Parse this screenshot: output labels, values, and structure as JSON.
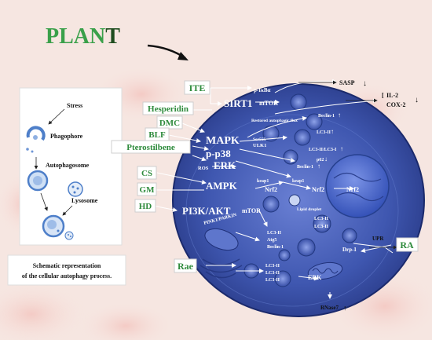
{
  "title": {
    "part1": "PLAN",
    "part2": "T"
  },
  "inset": {
    "stress": "Stress",
    "phagophore": "Phagophore",
    "autophagosome": "Autophagosome",
    "lysosome": "Lysosome"
  },
  "caption": {
    "line1": "Schematic representation",
    "line2": "of the cellular autophagy process."
  },
  "compounds": {
    "ite": "ITE",
    "hesperidin": "Hesperidin",
    "dmc": "DMC",
    "blf": "BLF",
    "pterostilbene": "Pterostilbene",
    "cs": "CS",
    "gm": "GM",
    "hd": "HD",
    "rae": "Rae",
    "ra": "RA"
  },
  "pathways": {
    "sirt1": "SIRT1",
    "mapk": "MAPK",
    "pp38": "p-p38",
    "erk_big": "ERK",
    "ampk": "AMPK",
    "pi3k": "PI3K/AKT"
  },
  "labels": {
    "pikba": "p-IκBα",
    "mtor1": "mTOR",
    "sasp": "SASP",
    "il2": "IL-2",
    "cox2": "COX-2",
    "flux": "Restored autophagic flux",
    "beclin1_top": "Beclin-1",
    "lc3ii_1": "LC3-II",
    "ser555": "Ser555",
    "ulk1": "ULK1",
    "ratio": "LC3-II/LC3-I",
    "p62_1": "p62",
    "beclin1_2": "Beclin-1",
    "ros": "ROS",
    "keap1_1": "keap1",
    "keap1_2": "keap1",
    "nrf2_1": "Nrf2",
    "nrf2_2": "Nrf2",
    "nrf2_3": "Nrf2",
    "mtor2": "mTOR",
    "lipid": "Lipid droplet",
    "lc3ii_2": "LC3-II",
    "lc3ii_3": "LC3-II",
    "lc3ii_4": "LC3-II",
    "atg5": "Atg5",
    "beclin1_3": "Beclin-1",
    "pink": "PINK1/PARKIN",
    "upr": "UPR",
    "drp1": "Drp-1",
    "lc3ii_5": "LC3-II",
    "lc3ii_6": "LC3-II",
    "lc3ii_7": "LC3-II",
    "erk_small": "ERK",
    "rnase7": "RNase7"
  },
  "colors": {
    "compound": "#2e8b3c",
    "title_green": "#3aa04a",
    "title_dark": "#1f4d1f",
    "cell_center": "#5a70c8",
    "cell_edge": "#263c8c",
    "nucleus": "#3e5fc4"
  }
}
